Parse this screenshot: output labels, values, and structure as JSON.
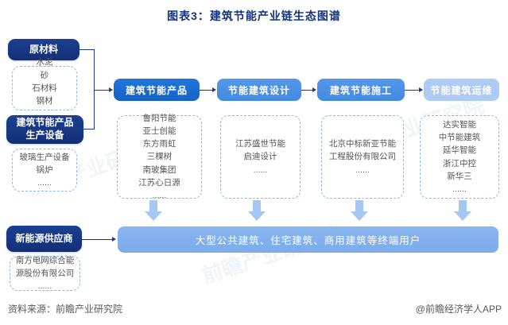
{
  "title": "图表3：建筑节能产业链生态图谱",
  "colors": {
    "navy_box": "#16337e",
    "chain_primary": "#1b6ed6",
    "chain_secondary": "#4a90e8",
    "chain_light": "#aecbf3",
    "end_user_bar": "#7caceb",
    "down_arrow": "#a4c7f4",
    "connector_line": "#1a3a8c",
    "dashed_border": "#8fb8e8",
    "title_text": "#15327d"
  },
  "left_column": {
    "sections": [
      {
        "label": "原材料",
        "items": [
          "水泥",
          "砂",
          "石材料",
          "钢材",
          "......"
        ]
      },
      {
        "label": "建筑节能产品\n生产设备",
        "items": [
          "玻璃生产设备",
          "锅炉",
          "......"
        ]
      },
      {
        "label": "新能源供应商",
        "items": [
          "南方电网综合能源股份有限公司",
          "......"
        ]
      }
    ]
  },
  "chain": {
    "stages": [
      {
        "label": "建筑节能产品",
        "companies": [
          "鲁阳节能",
          "亚士创能",
          "东方雨虹",
          "三棵树",
          "南玻集团",
          "江苏心日源",
          "......"
        ]
      },
      {
        "label": "节能建筑设计",
        "companies": [
          "江苏盛世节能",
          "启迪设计",
          "......"
        ]
      },
      {
        "label": "建筑节能施工",
        "companies": [
          "北京中标新亚节能",
          "工程股份有限公司",
          "......"
        ]
      },
      {
        "label": "节能建筑运维",
        "companies": [
          "达实智能",
          "中节能建筑",
          "延华智能",
          "浙江中控",
          "新华三",
          "......"
        ]
      }
    ]
  },
  "bottom_bar": {
    "label": "大型公共建筑、住宅建筑、商用建筑等终端用户"
  },
  "footer": {
    "source": "资料来源：前瞻产业研究院",
    "credit": "@前瞻经济学人APP"
  },
  "watermark": "前瞻产业研究院"
}
